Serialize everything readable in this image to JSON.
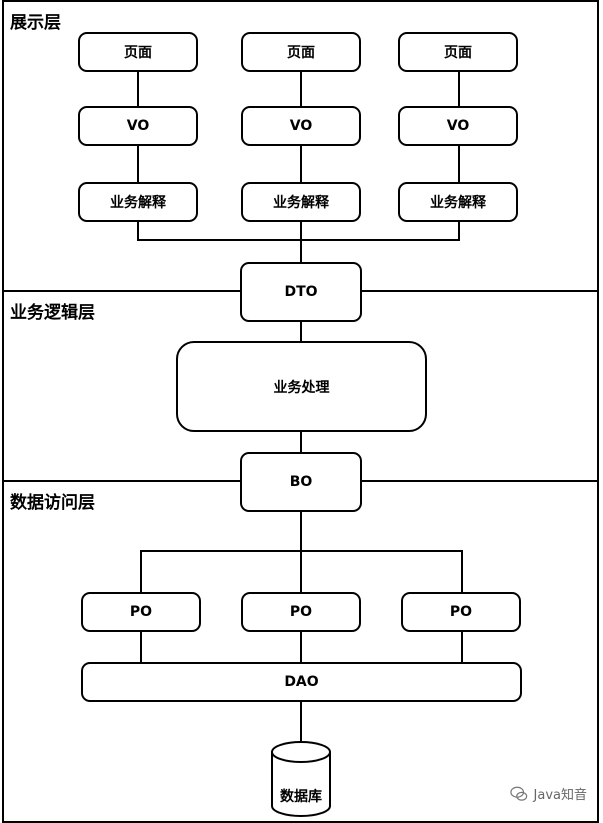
{
  "layers": {
    "presentation": "展示层",
    "business": "业务逻辑层",
    "data_access": "数据访问层"
  },
  "nodes": {
    "page": "页面",
    "vo": "VO",
    "interpret": "业务解释",
    "dto": "DTO",
    "process": "业务处理",
    "bo": "BO",
    "po": "PO",
    "dao": "DAO",
    "database": "数据库"
  },
  "watermark": "Java知音"
}
